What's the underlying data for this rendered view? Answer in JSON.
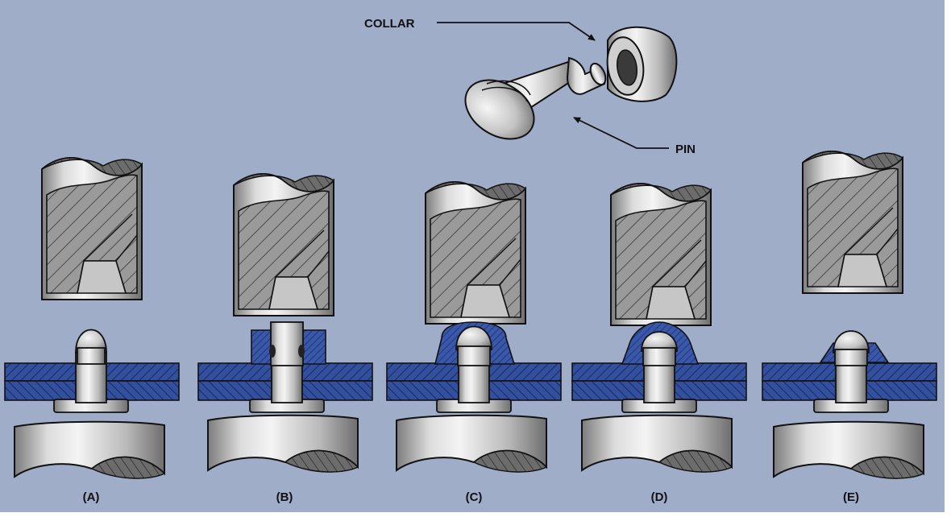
{
  "callouts": {
    "collar": "COLLAR",
    "pin": "PIN"
  },
  "stages": [
    {
      "label": "(A)"
    },
    {
      "label": "(B)"
    },
    {
      "label": "(C)"
    },
    {
      "label": "(D)"
    },
    {
      "label": "(E)"
    }
  ],
  "colors": {
    "background": "#a0adc9",
    "plate": "#2f4896",
    "plate_hatch": "#1a2556",
    "metal_light": "#e4e4e4",
    "metal_dark": "#8a8a8a",
    "outline": "#111111"
  }
}
